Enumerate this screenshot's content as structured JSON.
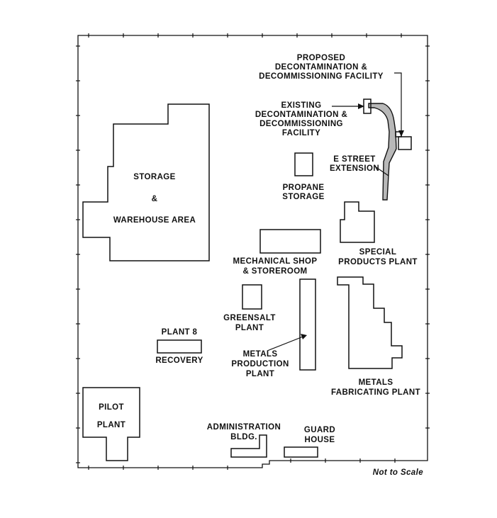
{
  "labels": {
    "proposed_line1": "PROPOSED",
    "proposed_line2": "DECONTAMINATION &",
    "proposed_line3": "DECOMMISSIONING FACILITY",
    "existing_line1": "EXISTING",
    "existing_line2": "DECONTAMINATION &",
    "existing_line3": "DECOMMISSIONING",
    "existing_line4": "FACILITY",
    "estreet_line1": "E STREET",
    "estreet_line2": "EXTENSION",
    "propane_line1": "PROPANE",
    "propane_line2": "STORAGE",
    "storage_line1": "STORAGE",
    "storage_line2": "&",
    "storage_line3": "WAREHOUSE AREA",
    "special_line1": "SPECIAL",
    "special_line2": "PRODUCTS PLANT",
    "mech_line1": "MECHANICAL SHOP",
    "mech_line2": "& STOREROOM",
    "greensalt_line1": "GREENSALT",
    "greensalt_line2": "PLANT",
    "plant8_line1": "PLANT 8",
    "plant8_line2": "RECOVERY",
    "metalsprod_line1": "METALS",
    "metalsprod_line2": "PRODUCTION",
    "metalsprod_line3": "PLANT",
    "metalsfab_line1": "METALS",
    "metalsfab_line2": "FABRICATING PLANT",
    "pilot_line1": "PILOT",
    "pilot_line2": "PLANT",
    "admin_line1": "ADMINISTRATION",
    "admin_line2": "BLDG.",
    "guard_line1": "GUARD",
    "guard_line2": "HOUSE",
    "scale_note": "Not to Scale"
  },
  "colors": {
    "ink": "#111111",
    "paper": "#ffffff",
    "road_fill": "#b8b8b8"
  }
}
